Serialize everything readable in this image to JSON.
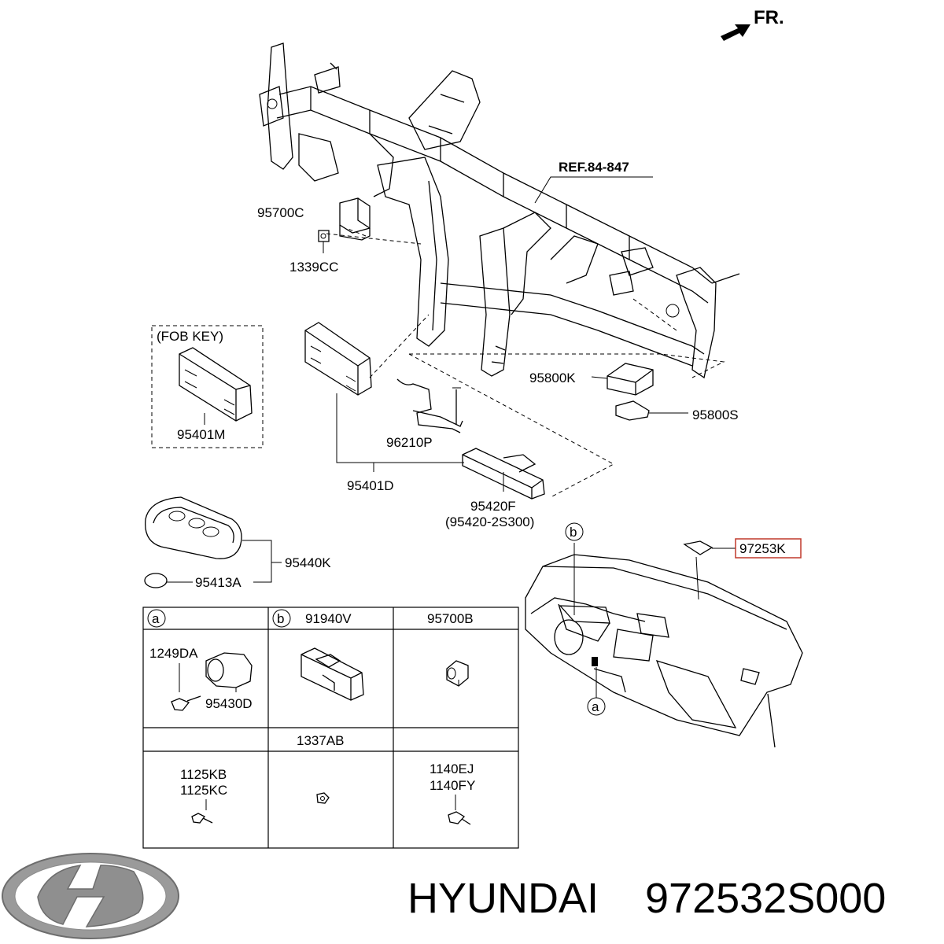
{
  "header": {
    "front_label": "FR."
  },
  "reference": "REF.84-847",
  "parts": {
    "p95700C": "95700C",
    "p1339CC": "1339CC",
    "fob_key": "(FOB KEY)",
    "p95401M": "95401M",
    "p95401D": "95401D",
    "p96210P": "96210P",
    "p95800K": "95800K",
    "p95800S": "95800S",
    "p95420F": "95420F",
    "p95420_alt": "(95420-2S300)",
    "p95440K": "95440K",
    "p95413A": "95413A",
    "p97253K": "97253K"
  },
  "callouts": {
    "a": "a",
    "b": "b"
  },
  "table": {
    "header_a": "a",
    "header_b": "b",
    "col2_part": "91940V",
    "col3_part": "95700B",
    "cell_1249DA": "1249DA",
    "cell_95430D": "95430D",
    "row2_header": "1337AB",
    "cell_1125KB": "1125KB",
    "cell_1125KC": "1125KC",
    "cell_1140EJ": "1140EJ",
    "cell_1140FY": "1140FY"
  },
  "footer": {
    "brand": "HYUNDAI",
    "part_number": "972532S000"
  },
  "colors": {
    "highlight_box": "#c0392b",
    "logo_gray": "#9a9a9a"
  }
}
